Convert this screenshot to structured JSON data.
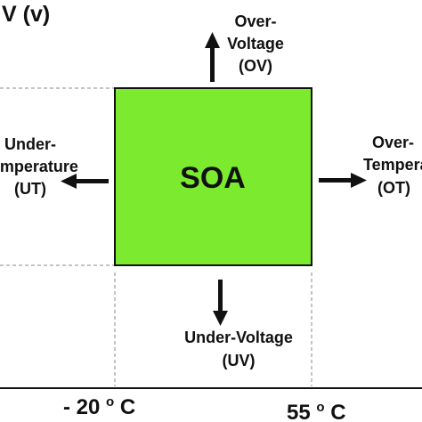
{
  "diagram": {
    "y_axis_label": "V (v)",
    "center_label": "SOA",
    "over_voltage": {
      "line1": "Over-",
      "line2": "Voltage",
      "line3": "(OV)"
    },
    "under_voltage": {
      "line1": "Under-Voltage",
      "line2": "(UV)"
    },
    "under_temperature": {
      "line1": "Under-",
      "line2": "Temperature",
      "line3": "(UT)"
    },
    "over_temperature": {
      "line1": "Over-",
      "line2": "Temperature",
      "line3": "(OT)"
    },
    "x_tick_low": {
      "value": "- 20",
      "unit_sup": "o",
      "unit": "C"
    },
    "x_tick_high": {
      "value": "55",
      "unit_sup": "o",
      "unit": "C"
    }
  },
  "colors": {
    "soa_fill": "#7CEB2F",
    "stroke": "#111111",
    "dashed": "#888888"
  }
}
